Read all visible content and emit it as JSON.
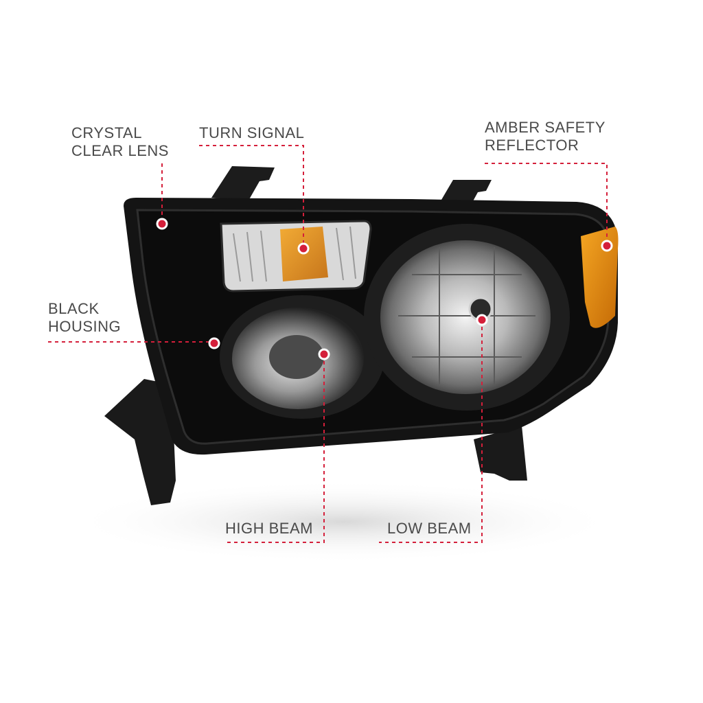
{
  "callouts": {
    "crystal_clear_lens": {
      "line1": "CRYSTAL",
      "line2": "CLEAR LENS"
    },
    "turn_signal": {
      "text": "TURN SIGNAL"
    },
    "amber_safety_reflector": {
      "line1": "AMBER SAFETY",
      "line2": "REFLECTOR"
    },
    "black_housing": {
      "line1": "BLACK",
      "line2": "HOUSING"
    },
    "high_beam": {
      "text": "HIGH BEAM"
    },
    "low_beam": {
      "text": "LOW BEAM"
    }
  },
  "colors": {
    "leader_line": "#d41f3a",
    "housing": "#141414",
    "amber": "#e08a12",
    "label_text": "#4a4a4a",
    "background": "#ffffff"
  }
}
